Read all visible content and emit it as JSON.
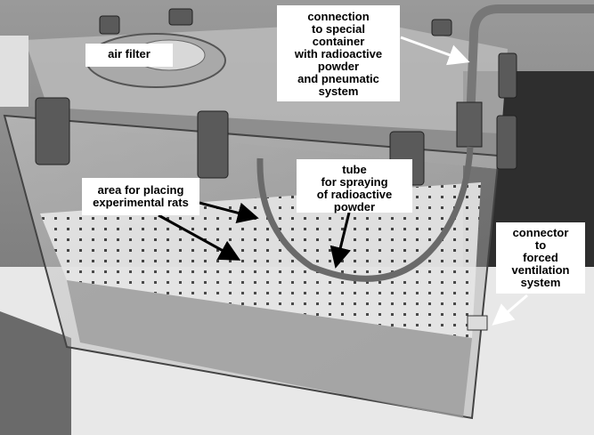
{
  "labels": {
    "air_filter": "air filter",
    "connection": "connection\nto  special\ncontainer\nwith radioactive\npowder\nand pneumatic\nsystem",
    "area": "area for placing\nexperimental rats",
    "tube": "tube\nfor spraying\nof radioactive\npowder",
    "connector": "connector\nto\nforced\nventilation\nsystem"
  }
}
